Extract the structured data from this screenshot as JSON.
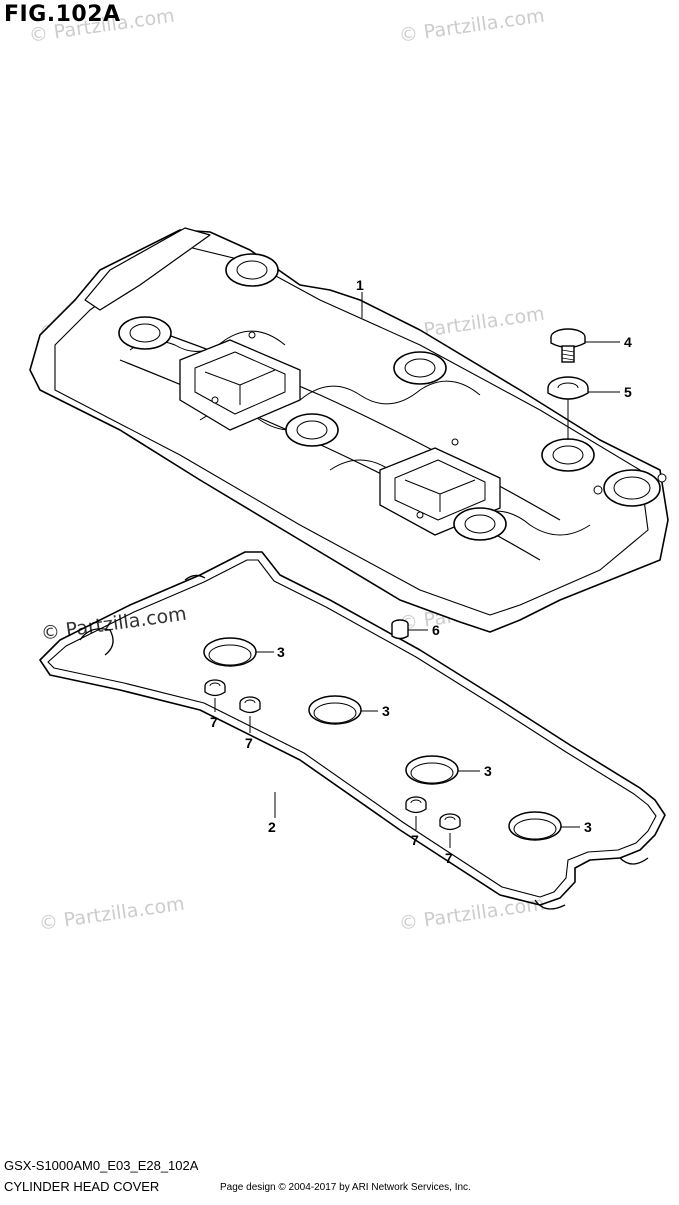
{
  "figure": {
    "title": "FIG.102A",
    "model_code": "GSX-S1000AM0_E03_E28_102A",
    "part_name": "CYLINDER HEAD COVER",
    "credit": "Page design © 2004-2017 by ARI Network Services, Inc."
  },
  "watermark": "© Partzilla.com",
  "callouts": [
    {
      "label": "1",
      "part": "cylinder-head-cover"
    },
    {
      "label": "2",
      "part": "head-cover-gasket"
    },
    {
      "label": "3",
      "part": "plug-hole-seal"
    },
    {
      "label": "3",
      "part": "plug-hole-seal"
    },
    {
      "label": "3",
      "part": "plug-hole-seal"
    },
    {
      "label": "3",
      "part": "plug-hole-seal"
    },
    {
      "label": "4",
      "part": "cover-bolt"
    },
    {
      "label": "5",
      "part": "bolt-washer"
    },
    {
      "label": "6",
      "part": "dowel-pin"
    },
    {
      "label": "7",
      "part": "oring"
    },
    {
      "label": "7",
      "part": "oring"
    },
    {
      "label": "7",
      "part": "oring"
    },
    {
      "label": "7",
      "part": "oring"
    }
  ]
}
